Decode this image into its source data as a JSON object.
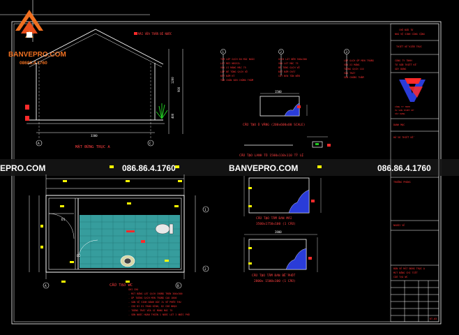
{
  "watermark": {
    "brand": "BANVEPRO.COM",
    "phone": "08686.4.1760",
    "strip_left": "EPRO.COM",
    "strip_phone": "086.86.4.1760",
    "strip_brand": "BANVEPRO.COM",
    "strip_phone_right": "086.86.4.1760"
  },
  "elevation": {
    "title": "MẶT ĐỨNG TRỤC A",
    "note_roof": "MÁI VỮA TRẦN BÊ NƯỚC",
    "dim_bottom": "3300",
    "dim_right_1": "1200",
    "dim_right_2": "900",
    "dim_right_3": "400",
    "axis_left": "A",
    "axis_right": "C"
  },
  "notes": {
    "col1": [
      "TÓM LỚP GẠCH 60 MÁI NGÓI",
      "LÁT MỚI NEOSIL",
      "VỮA XI MĂNG MÁC 75",
      "LỚP BÊ TÔNG GẠCH VỠ",
      "ĐẤT ĐẦM KỸ",
      "TÓM CHÂN SƠN CHỐNG THẤM"
    ],
    "col2": [
      "GẠCH LÁT NỀN 300x300",
      "VỮA LÓT MÁC 75",
      "BÊ TÔNG GẠCH VỠ",
      "ĐẤT ĐẦM CHẶT",
      "CÁT ĐEN TÔN NỀN"
    ],
    "col3": [
      "LỚP GẠCH ỐP MEN TRẮNG",
      "VỮA XI MĂNG",
      "TƯỜNG GẠCH 110",
      "VỮA TRÁT",
      "SƠN CHỐNG THẤM"
    ],
    "marker1": "1",
    "marker2": "2",
    "marker3": "3"
  },
  "details": {
    "d1_title": "CẤU TẠO Ô VĂNG (200x600x00 SCALE)",
    "d1_dim": "1500",
    "d2_title": "CẤU TẠO LANH TÔ 1500x110x110 TỶ LỆ",
    "d3_title": "CẤU TẠO TẤM ĐAN MÁI",
    "d3_sub": "3500x1750x100 (1 CẤU)",
    "d4_title": "CẤU TẠO TẤM ĐAN BỂ PHỐT",
    "d4_sub": "2800x 1500x100 (1 CẤU)",
    "d4_dim": "2800"
  },
  "plan": {
    "title": "CẤU TẠO WC",
    "label_d1": "D1",
    "label_d2": "D2",
    "axis_a": "A",
    "axis_b": "B",
    "axis_1": "1",
    "axis_2": "2",
    "notes_title": "GHI CHÚ",
    "notes": [
      "- MẶT BẰNG LÁT GẠCH CHỐNG TRƠN 300x300",
      "- ỐP TƯỜNG GẠCH MEN TRẮNG CAO 1800",
      "- SÀN VỆ SINH ĐÁNH DỐC 1% VỀ PHỄU THU",
      "- CỬA ĐI D1 PANO KÍNH, D2 CỬA NHỰA",
      "- TƯỜNG TRÁT VỮA XI MĂNG MÁC 75",
      "- SƠN NƯỚC HOÀN THIỆN 1 NƯỚC LÓT 2 NƯỚC PHỦ"
    ]
  },
  "title_block": {
    "r1": "CHỦ ĐẦU TƯ",
    "r2": "NHÀ VỆ SINH CÔNG CỘNG",
    "r3": "THIẾT KẾ KIẾN TRÚC",
    "r4": "CÔNG TY TNHH",
    "r5": "TƯ VẤN THIẾT KẾ",
    "r6": "XÂY DỰNG",
    "r7": "DANH MỤC",
    "r8": "HỒ SƠ THIẾT KẾ",
    "r9": "TRƯỞNG PHÒNG",
    "r10": "NGƯỜI VẼ",
    "r11": "BẢN VẼ MẶT ĐỨNG TRỤC A",
    "r12": "MẶT BẰNG CHI TIẾT",
    "r13": "CẤU TẠO WC",
    "sheet": "KT-03"
  },
  "colors": {
    "bg": "#000000",
    "line": "#ffffff",
    "red": "#ff2a2a",
    "yellow": "#ffff00",
    "green": "#22cc22",
    "cyan": "#3fb8b8",
    "blue": "#2a3cd8",
    "brand_orange": "#f07020"
  }
}
